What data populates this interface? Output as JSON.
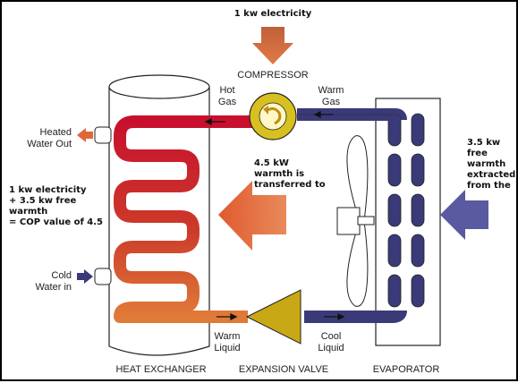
{
  "top_text": "1 kw electricity",
  "compressor_label": "COMPRESSOR",
  "hot_gas": [
    "Hot",
    "Gas"
  ],
  "warm_gas": [
    "Warm",
    "Gas"
  ],
  "heated_water_out": [
    "Heated",
    "Water Out"
  ],
  "cold_water_in": [
    "Cold",
    "Water in"
  ],
  "left_note": [
    "1 kw electricity",
    "+ 3.5 kw free",
    "warmth",
    "= COP value of 4.5"
  ],
  "transfer_note": [
    "4.5 kW",
    "warmth is",
    "transferred to"
  ],
  "right_note": [
    "3.5 kw",
    "free",
    "warmth",
    "extracted",
    "from the"
  ],
  "warm_liquid": [
    "Warm",
    "Liquid"
  ],
  "cool_liquid": [
    "Cool",
    "Liquid"
  ],
  "bottom_labels": {
    "heat_exchanger": "HEAT EXCHANGER",
    "expansion_valve": "EXPANSION VALVE",
    "evaporator": "EVAPORATOR"
  },
  "colors": {
    "hot_pipe": "#c8102e",
    "warm_pipe": "#e07a38",
    "cold_pipe": "#3a3a78",
    "arrow_orange": "#e0673a",
    "arrow_blue": "#5a5aa0",
    "compressor": "#d8c020"
  }
}
